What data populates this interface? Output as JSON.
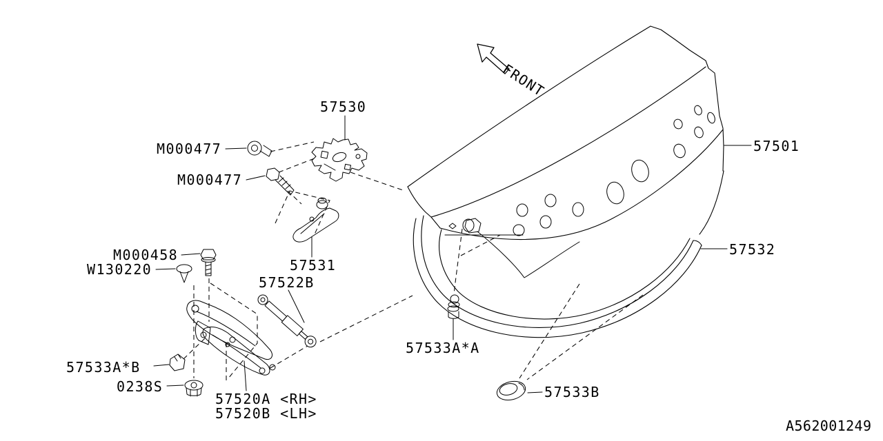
{
  "diagram": {
    "drawing_number": "A562001249",
    "front_indicator": "FRONT",
    "parts": {
      "lock_assembly": "57530",
      "screw_upper": "M000477",
      "screw_lower": "M000477",
      "bolt_hinge": "M000458",
      "clip_w": "W130220",
      "striker": "57531",
      "gas_stay": "57522B",
      "clip_b": "57533A*B",
      "nut": "0238S",
      "hinge_rh": "57520A <RH>",
      "hinge_lh": "57520B <LH>",
      "bumper_a": "57533A*A",
      "grommet_b": "57533B",
      "trunk_lid_panel": "57501",
      "weatherstrip": "57532"
    },
    "colors": {
      "line": "#000000",
      "background": "#ffffff"
    }
  }
}
